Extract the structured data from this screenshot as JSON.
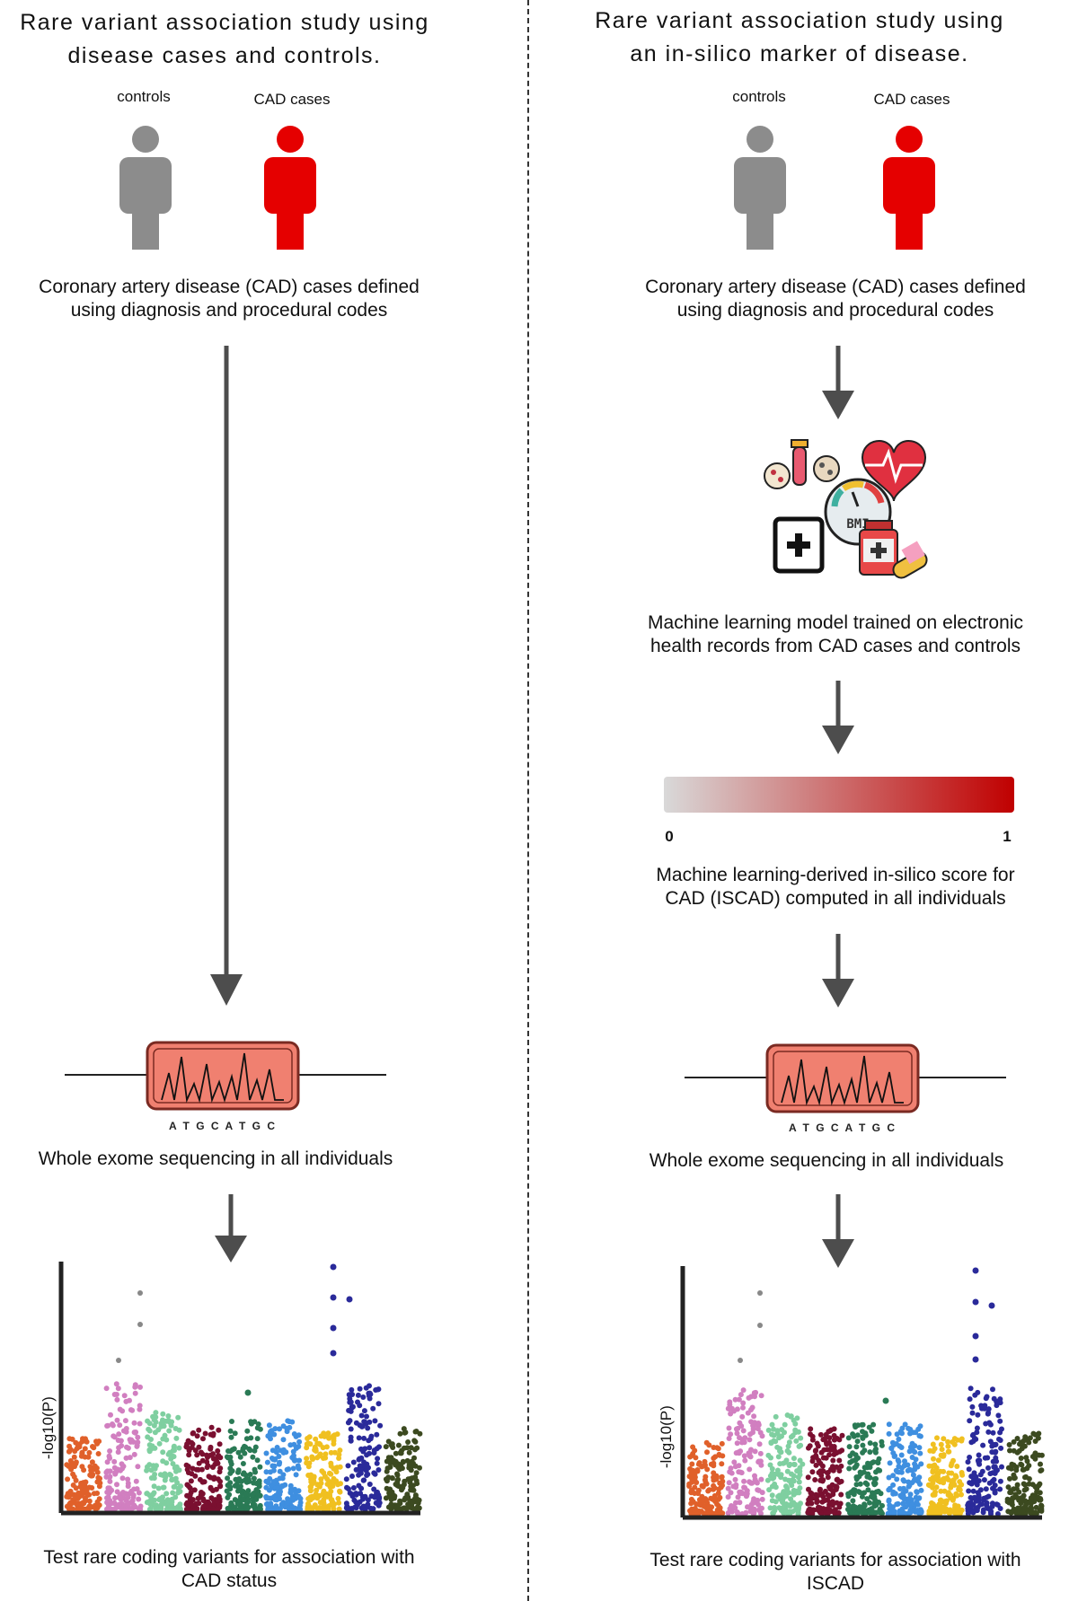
{
  "left": {
    "title_line1": "Rare variant association study using",
    "title_line2": "disease cases and controls.",
    "controls_label": "controls",
    "cases_label": "CAD cases",
    "definition_line1": "Coronary artery disease (CAD) cases defined",
    "definition_line2": "using diagnosis and procedural codes",
    "dna_label": "A T G C A T G C",
    "sequencing_caption": "Whole exome sequencing in all individuals",
    "y_axis_label": "-log10(P)",
    "test_line1": "Test rare coding variants for association with",
    "test_line2": "CAD status"
  },
  "right": {
    "title_line1": "Rare variant association study using",
    "title_line2": "an in-silico marker of disease.",
    "controls_label": "controls",
    "cases_label": "CAD cases",
    "definition_line1": "Coronary artery disease (CAD) cases defined",
    "definition_line2": "using diagnosis and procedural codes",
    "bmi_label": "BMI",
    "ml_line1": "Machine learning model trained on electronic",
    "ml_line2": "health records from CAD cases and controls",
    "scale_min": "0",
    "scale_max": "1",
    "score_line1": "Machine learning-derived in-silico score for",
    "score_line2": "CAD (ISCAD) computed in all individuals",
    "dna_label": "A T G C A T G C",
    "sequencing_caption": "Whole exome sequencing in all individuals",
    "y_axis_label": "-log10(P)",
    "test_line1": "Test rare coding variants for association with",
    "test_line2": "ISCAD"
  },
  "colors": {
    "control": "#8c8c8c",
    "case": "#e50000",
    "arrow": "#4d4d4d",
    "dna_box": "#f08070",
    "gradient_low": "#d9d9d9",
    "gradient_high": "#c00000",
    "chromosomes": [
      "#e0602a",
      "#d17fc0",
      "#7fcfa0",
      "#7a1030",
      "#2a7a55",
      "#3f8fe0",
      "#f0c020",
      "#2a2a9a",
      "#3c4a20"
    ]
  }
}
